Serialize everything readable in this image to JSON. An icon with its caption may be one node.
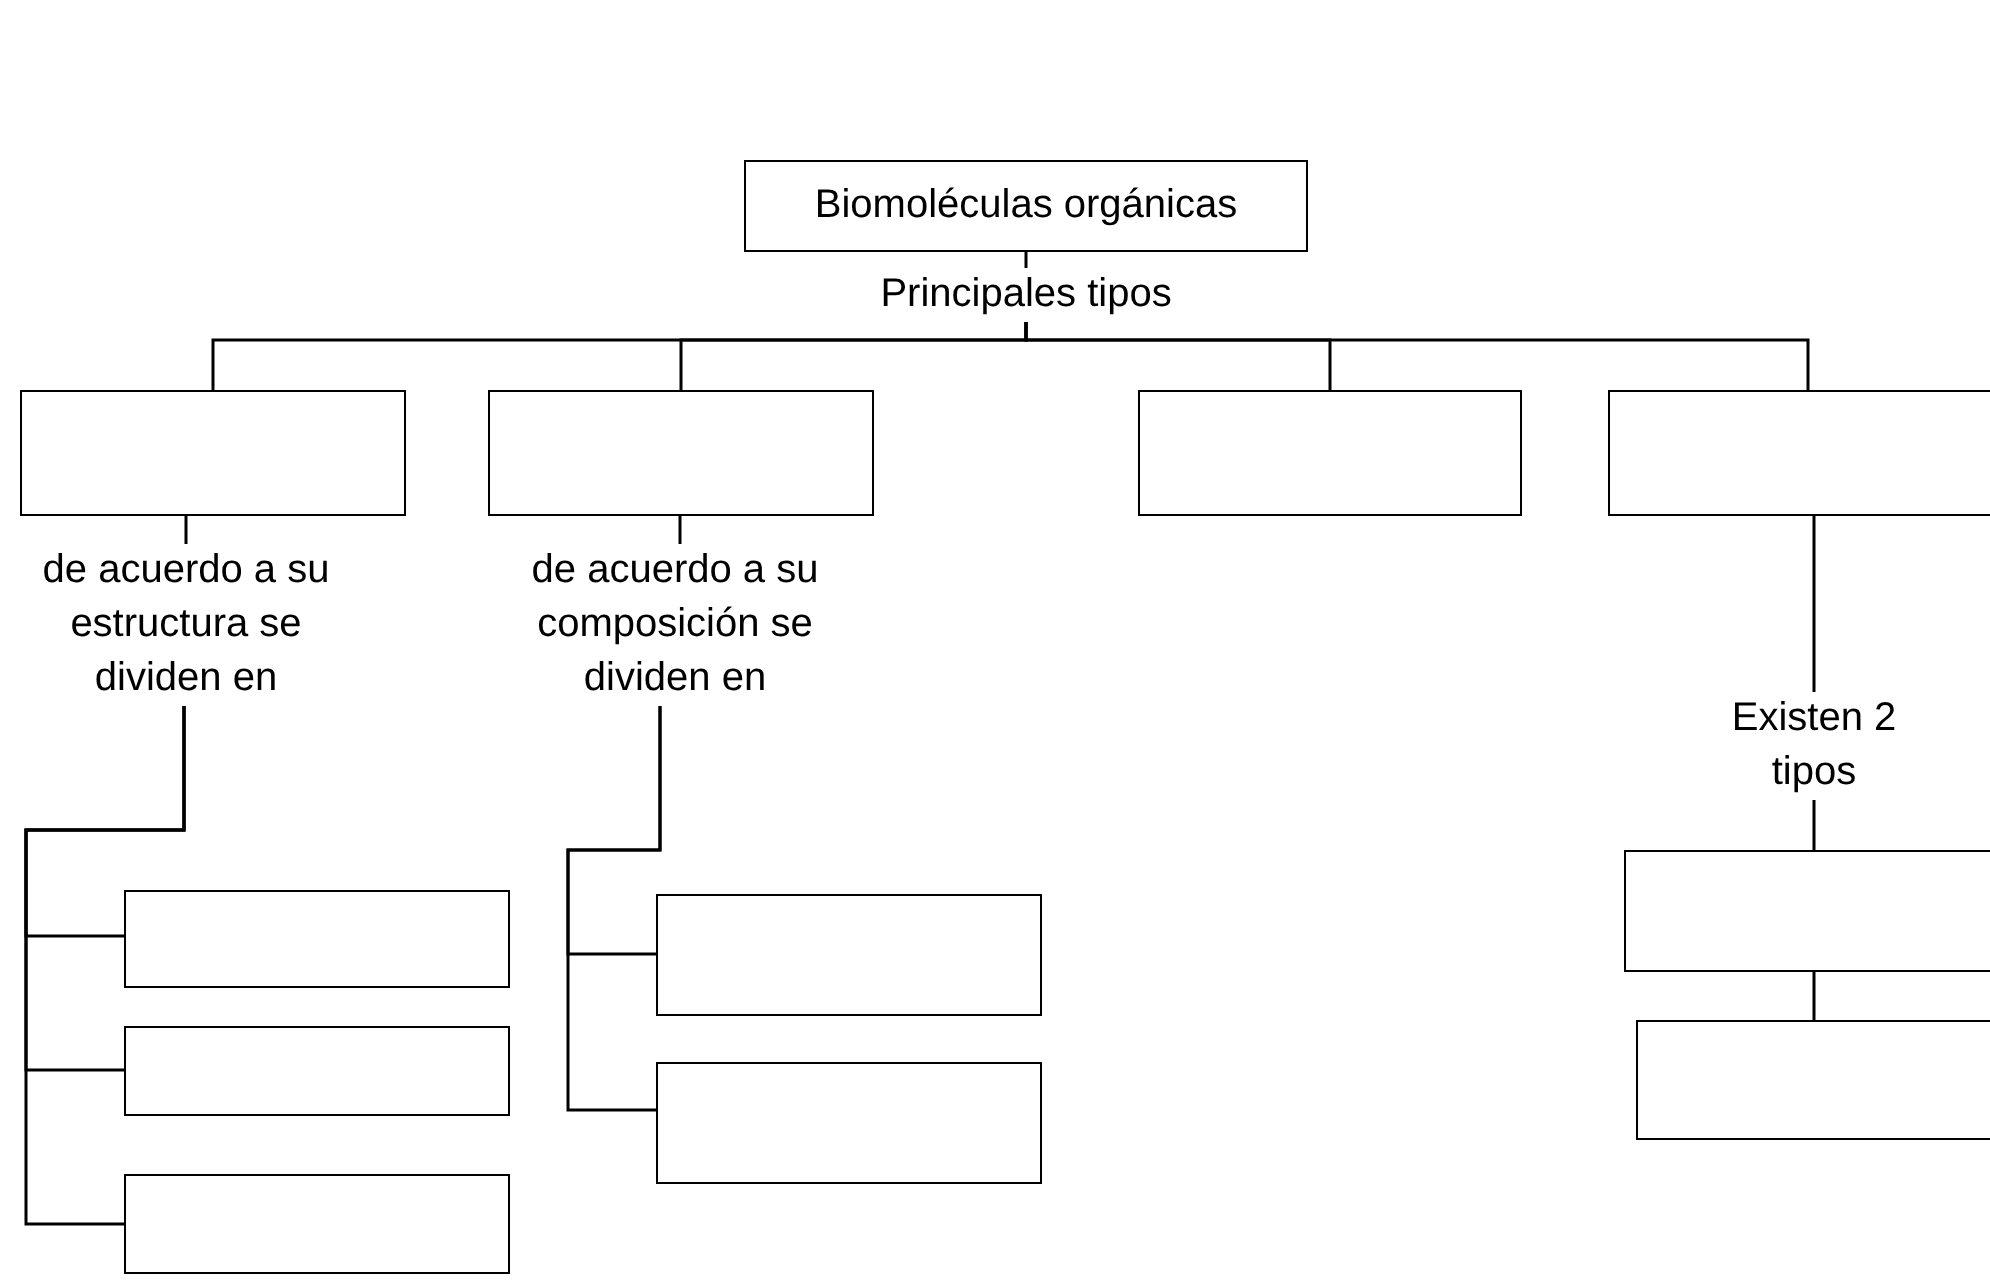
{
  "diagram": {
    "nodes": [
      {
        "text": [
          "Biomoléculas orgánicas"
        ]
      },
      {
        "text": [
          "Principales tipos"
        ]
      },
      {
        "text": [],
        "shape": "box"
      },
      {
        "text": [],
        "shape": "box"
      },
      {
        "text": [],
        "shape": "box"
      },
      {
        "text": [],
        "shape": "box"
      },
      {
        "text": [
          "de acuerdo a su estructura se dividen en"
        ]
      },
      {
        "text": [
          "de acuerdo a su composición se dividen en"
        ]
      },
      {
        "text": [
          "Existen 2 tipos"
        ]
      },
      {
        "text": [],
        "shape": "box"
      },
      {
        "text": [],
        "shape": "box"
      },
      {
        "text": [],
        "shape": "box"
      },
      {
        "text": [],
        "shape": "box"
      },
      {
        "text": [],
        "shape": "box"
      },
      {
        "text": [],
        "shape": "box"
      },
      {
        "text": [],
        "shape": "box"
      }
    ],
    "edges": [
      {
        "from": 0,
        "to": 1,
        "arrow": "none"
      },
      {
        "from": 1,
        "to": 2,
        "arrow": "none"
      },
      {
        "from": 1,
        "to": 3,
        "arrow": "none"
      },
      {
        "from": 1,
        "to": 4,
        "arrow": "none"
      },
      {
        "from": 1,
        "to": 5,
        "arrow": "none"
      },
      {
        "from": 2,
        "to": 6,
        "arrow": "none"
      },
      {
        "from": 3,
        "to": 7,
        "arrow": "none"
      },
      {
        "from": 5,
        "to": 8,
        "arrow": "none"
      },
      {
        "from": 6,
        "to": 9,
        "arrow": "none"
      },
      {
        "from": 6,
        "to": 10,
        "arrow": "none"
      },
      {
        "from": 6,
        "to": 11,
        "arrow": "none"
      },
      {
        "from": 7,
        "to": 12,
        "arrow": "none"
      },
      {
        "from": 7,
        "to": 13,
        "arrow": "none"
      },
      {
        "from": 8,
        "to": 14,
        "arrow": "none"
      },
      {
        "from": 14,
        "to": 15,
        "arrow": "none"
      }
    ]
  }
}
